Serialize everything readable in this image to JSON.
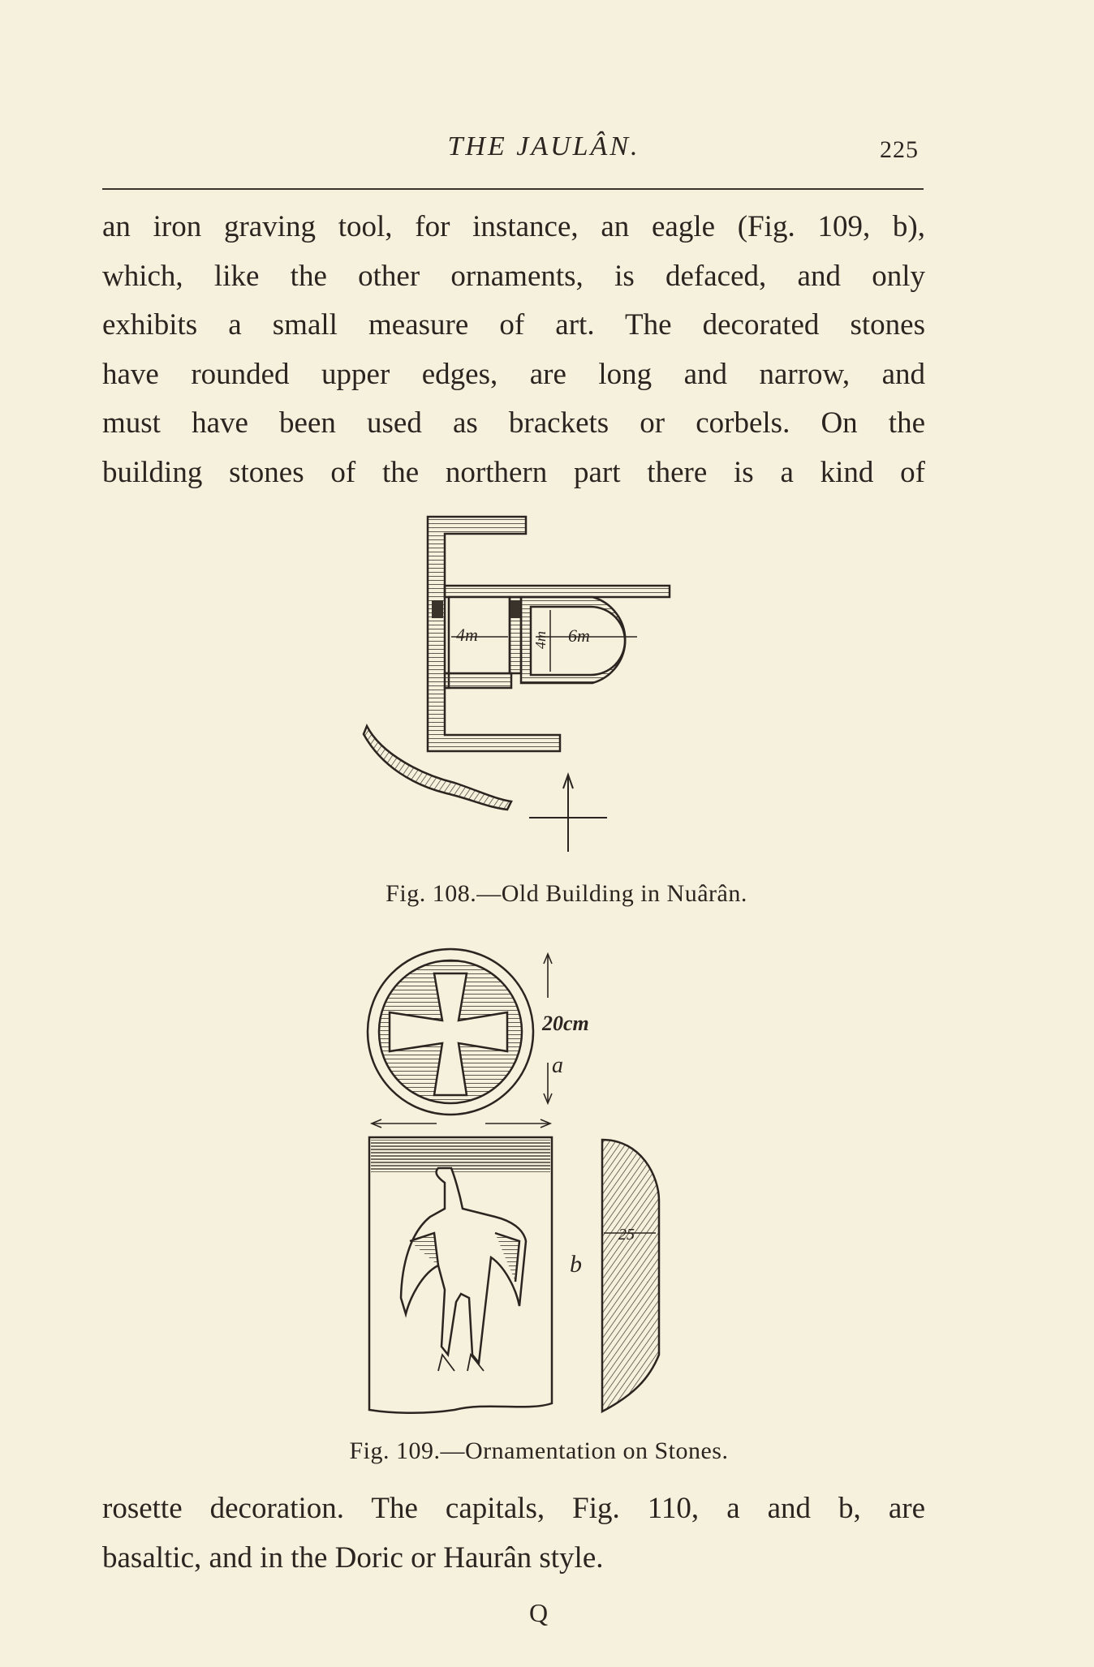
{
  "header": {
    "title": "THE JAULÂN.",
    "page_number": "225"
  },
  "paragraph_top": [
    "an iron graving tool, for instance, an eagle (Fig. 109, b),",
    "which, like the other ornaments, is defaced, and only",
    "exhibits a small measure of art.  The decorated stones",
    "have rounded upper edges, are long and narrow, and",
    "must have been used as brackets or corbels.  On the",
    "building stones of the northern part there is a kind of"
  ],
  "figure_108": {
    "caption": "Fig. 108.—Old Building in Nuârân.",
    "labels": {
      "width_a": "4m",
      "depth": "4m",
      "width_b": "6m"
    }
  },
  "figure_109": {
    "caption": "Fig. 109.—Ornamentation on Stones.",
    "labels": {
      "size": "20cm",
      "part_a": "a",
      "part_b": "b",
      "thickness": "25"
    }
  },
  "paragraph_bottom": [
    "rosette decoration.  The capitals, Fig. 110, a and b, are",
    "basaltic, and in the Doric or Haurân style."
  ],
  "signature_mark": "Q"
}
